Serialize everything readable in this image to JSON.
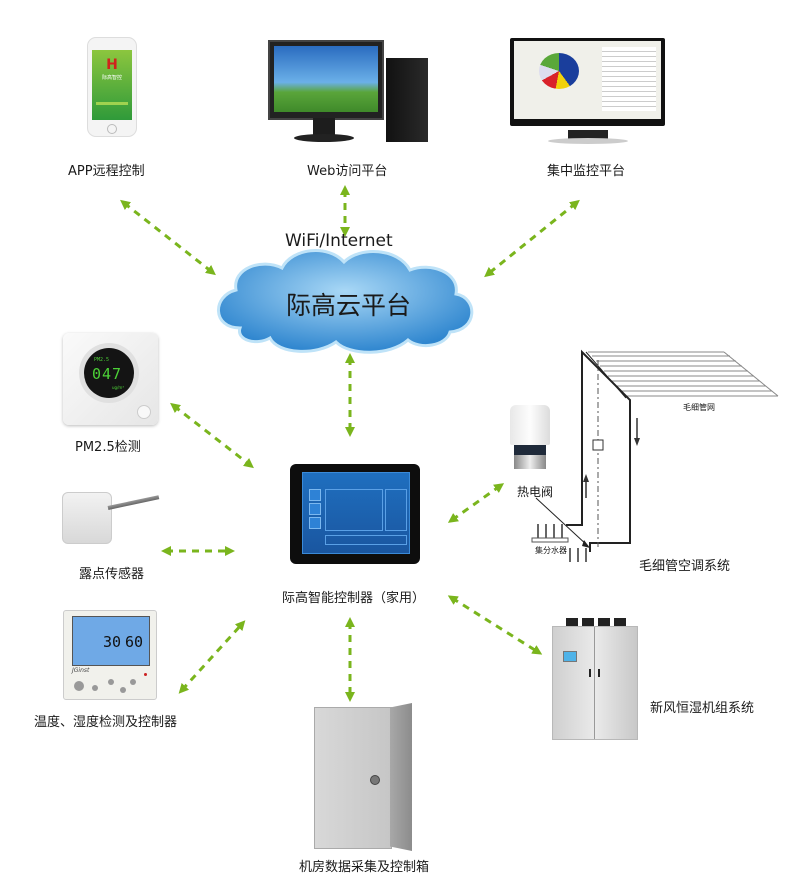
{
  "diagram": {
    "network_label": "WiFi/Internet",
    "cloud_label": "际高云平台",
    "hub_label": "际高智能控制器（家用）",
    "arrow_color": "#7ab51d",
    "cloud_color": "#3d8fd6",
    "nodes": {
      "app": "APP远程控制",
      "web": "Web访问平台",
      "monitor": "集中监控平台",
      "pm25": "PM2.5检测",
      "dew": "露点传感器",
      "thermostat": "温度、湿度检测及控制器",
      "cabinet": "机房数据采集及控制箱",
      "fresh_air": "新风恒湿机组系统",
      "capillary": "毛细管空调系统",
      "valve": "热电阀",
      "manifold": "集分水器",
      "capillary_net": "毛细管网"
    },
    "device_readings": {
      "pm25_value": "047",
      "pm25_tag": "PM2.5",
      "pm25_unit": "ug/m³",
      "temperature": "30",
      "humidity": "60",
      "thermostat_brand": "JGinst",
      "app_name": "际高智控"
    }
  }
}
